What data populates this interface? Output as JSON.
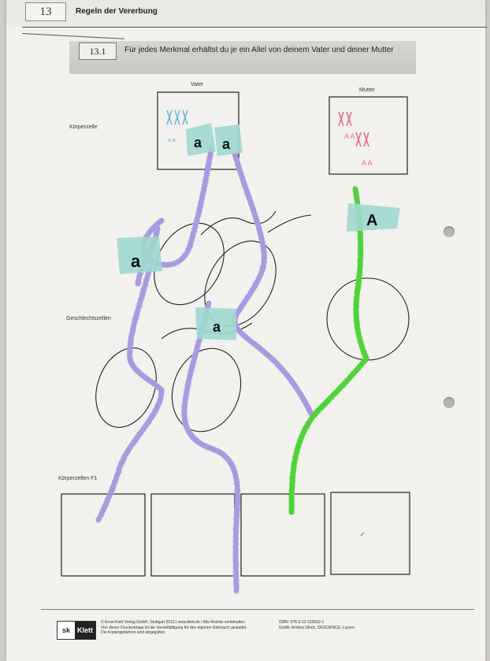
{
  "header": {
    "page_number": "13",
    "chapter_title": "Regeln der Vererbung",
    "section_number": "13.1",
    "section_title": "Für jedes Merkmal erhältst du je ein Allel von deinem Vater und deiner Mutter"
  },
  "worksheet": {
    "father_label": "Vater",
    "mother_label": "Mutter",
    "body_cell_label": "Körperzelle",
    "gametes_label": "Geschlechtszellen",
    "f1_label": "Körperzellen F1",
    "mother_cell_drawing_labels": [
      "A A",
      "A A"
    ],
    "father_cell_drawing_labels": [
      "a a"
    ]
  },
  "pipe_cleaner_tags": [
    {
      "text": "a",
      "color": "#9b8fd6"
    },
    {
      "text": "a",
      "color": "#9b8fd6"
    },
    {
      "text": "a",
      "color": "#9b8fd6"
    },
    {
      "text": "a",
      "color": "#9b8fd6"
    },
    {
      "text": "A",
      "color": "#44c832"
    }
  ],
  "colors": {
    "purple_pipe_cleaner": "#a79be0",
    "green_pipe_cleaner": "#4fd23a",
    "tape": "#9fd8cf"
  },
  "footer": {
    "logo_mark": "sk",
    "logo_word": "Klett",
    "copyright_lines": [
      "© Ernst Klett Verlag GmbH, Stuttgart 2016 | www.klett.de | Alle Rechte vorbehalten",
      "Von dieser Druckvorlage ist die Vervielfältigung für den eigenen Gebrauch gestattet.",
      "Die Kopiergebühren sind abgegolten."
    ],
    "isbn_lines": [
      "ISBN: 978-3-12-150032-1",
      "Grafik: Andrea Ulrich, DESCIENCE, Luzern"
    ]
  }
}
